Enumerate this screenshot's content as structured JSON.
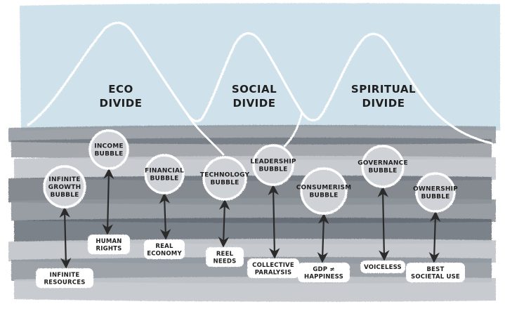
{
  "colors": {
    "sky": "#cfe1ea",
    "ground_light": "#c3c7cc",
    "ground_mid": "#8d949b",
    "ground_dark": "#5c646c",
    "bubble_fill": "#cfd3d7",
    "bubble_stroke": "#ffffff",
    "arrow": "#2b2b2b",
    "text": "#1f1f1f"
  },
  "divides": [
    {
      "lines": [
        "ECO",
        "DIVIDE"
      ]
    },
    {
      "lines": [
        "SOCIAL",
        "DIVIDE"
      ]
    },
    {
      "lines": [
        "SPIRITUAL",
        "DIVIDE"
      ]
    }
  ],
  "bubbles": [
    {
      "lines": [
        "INFINITE",
        "GROWTH",
        "BUBBLE"
      ],
      "outcome": [
        "INFINITE",
        "RESOURCES"
      ]
    },
    {
      "lines": [
        "INCOME",
        "BUBBLE"
      ],
      "outcome": [
        "HUMAN",
        "RIGHTS"
      ]
    },
    {
      "lines": [
        "FINANCIAL",
        "BUBBLE"
      ],
      "outcome": [
        "REAL",
        "ECONOMY"
      ]
    },
    {
      "lines": [
        "TECHNOLOGY",
        "BUBBLE"
      ],
      "outcome": [
        "REEL",
        "NEEDS"
      ]
    },
    {
      "lines": [
        "LEADERSHIP",
        "BUBBLE"
      ],
      "outcome": [
        "COLLECTIVE",
        "PARALYSIS"
      ]
    },
    {
      "lines": [
        "CONSUMERISM",
        "BUBBLE"
      ],
      "outcome": [
        "GDP ≠",
        "HAPPINESS"
      ]
    },
    {
      "lines": [
        "GOVERNANCE",
        "BUBBLE"
      ],
      "outcome": [
        "VOICELESS"
      ]
    },
    {
      "lines": [
        "OWNERSHIP",
        "BUBBLE"
      ],
      "outcome": [
        "BEST",
        "SOCIETAL USE"
      ]
    }
  ]
}
